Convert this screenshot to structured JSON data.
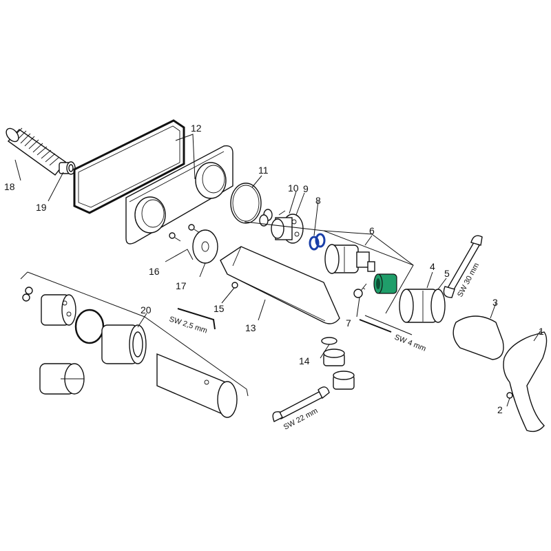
{
  "diagram": {
    "background": "#ffffff",
    "line_color": "#111111",
    "accent_blue": "#1a3fa8",
    "accent_green": "#1f9e6a",
    "part_numbers": {
      "p1": "1",
      "p2": "2",
      "p3": "3",
      "p4": "4",
      "p5": "5",
      "p6": "6",
      "p7": "7",
      "p8": "8",
      "p9": "9",
      "p10": "10",
      "p11": "11",
      "p12": "12",
      "p13": "13",
      "p14": "14",
      "p15": "15",
      "p16": "16",
      "p17": "17",
      "p18": "18",
      "p19": "19",
      "p20": "20"
    },
    "tool_labels": {
      "sw30": "SW 30 mm",
      "sw25": "SW 2,5 mm",
      "sw4": "SW 4 mm",
      "sw22": "SW 22 mm"
    },
    "icons": [
      "wrench-icon",
      "hex-key-icon"
    ]
  }
}
